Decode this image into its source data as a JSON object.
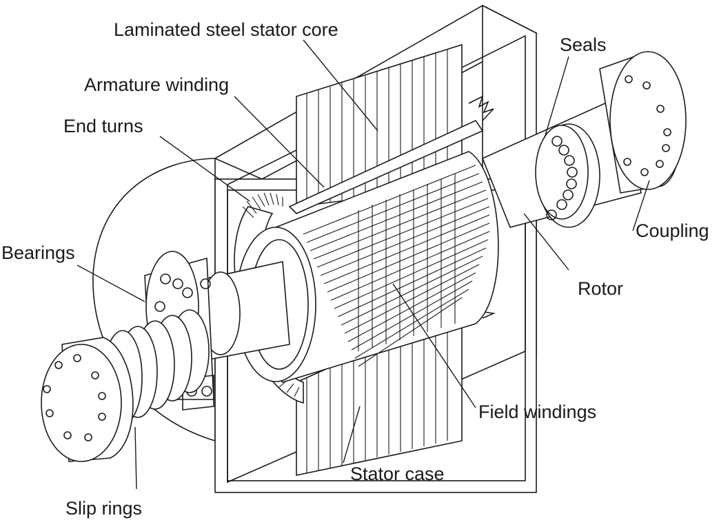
{
  "labels": {
    "stator_core": "Laminated steel stator core",
    "seals": "Seals",
    "armature_winding": "Armature winding",
    "end_turns": "End turns",
    "bearings": "Bearings",
    "coupling": "Coupling",
    "rotor": "Rotor",
    "field_windings": "Field windings",
    "stator_case": "Stator case",
    "slip_rings": "Slip rings"
  }
}
